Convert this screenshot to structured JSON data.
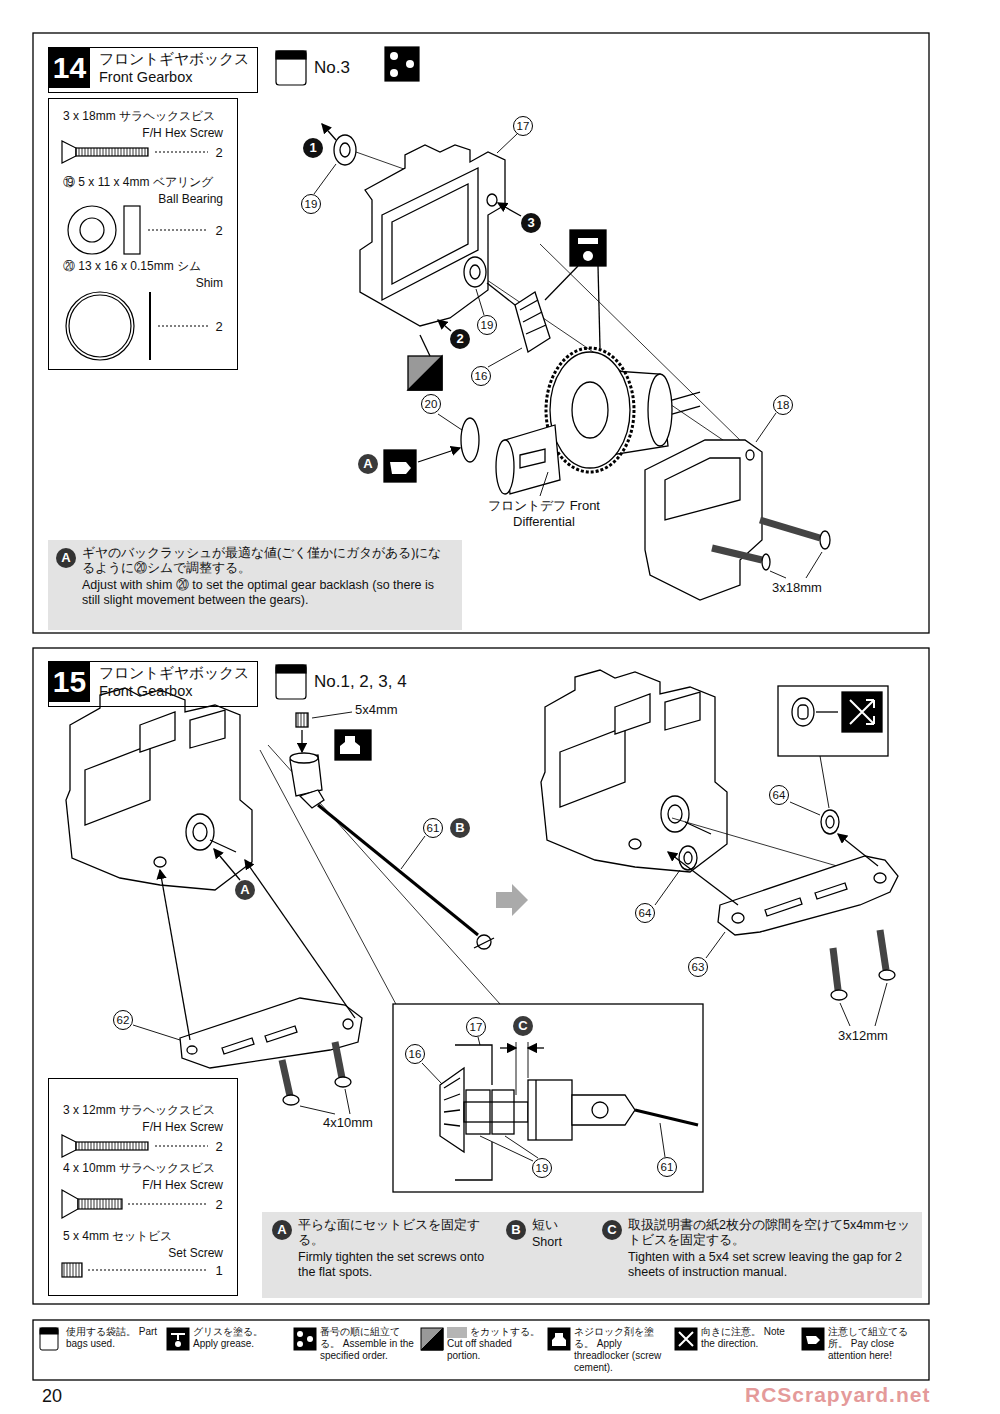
{
  "diagram": {
    "nodes": [
      {
        "text": [
          "14",
          "フロントギヤボックス",
          "Front Gearbox"
        ]
      },
      {
        "text": [
          "No.3"
        ]
      },
      {
        "text": [
          "3 x 18mm サラヘックスビス",
          "F/H Hex Screw",
          "2",
          "⑲ 5 x 11 x 4mm ベアリング",
          "Ball Bearing",
          "2",
          "⑳ 13 x 16 x 0.15mm シム",
          "Shim",
          "2"
        ]
      },
      {
        "text": [
          "A",
          "ギヤのバックラッシュが最適な値(ごく僅かにガタがある)になるように⑳シムで調整する。",
          "Adjust with shim ⑳ to set the optimal gear backlash (so there is still slight movement between the gears)."
        ]
      },
      {
        "text": [
          "15",
          "フロントギヤボックス",
          "Front Gearbox"
        ]
      },
      {
        "text": [
          "No.1, 2, 3, 4"
        ]
      },
      {
        "text": [
          "3 x 12mm サラヘックスビス",
          "F/H Hex Screw",
          "2",
          "4 x 10mm サラヘックスビス",
          "F/H Hex Screw",
          "2",
          "5 x 4mm セットビス",
          "Set Screw",
          "1"
        ]
      },
      {
        "text": [
          "A",
          "平らな面にセットビスを固定する。",
          "Firmly tighten the set screws onto the flat spots.",
          "B",
          "短い",
          "Short",
          "C",
          "取扱説明書の紙2枚分の隙間を空けて5x4mmセットビスを固定する。",
          "Tighten with a 5x4 set screw leaving the gap for 2 sheets of instruction manual."
        ]
      }
    ],
    "labels": [
      "1",
      "19",
      "17",
      "3",
      "2",
      "19",
      "16",
      "20",
      "A",
      "18",
      "フロントデフ Front Differential",
      "3x18mm",
      "5x4mm",
      "61",
      "B",
      "A",
      "62",
      "4x10mm",
      "64",
      "64",
      "63",
      "3x12mm",
      "17",
      "C",
      "16",
      "19",
      "61",
      "20",
      "RCScrapyard.net"
    ],
    "legend": [
      {
        "text": "使用する袋詰。 Part bags used."
      },
      {
        "text": "グリスを塗る。 Apply grease."
      },
      {
        "text": "番号の順に組立てる。 Assemble in the specified order."
      },
      {
        "text": "をカットする。 Cut off shaded portion.",
        "color": "#b5b5b5"
      },
      {
        "text": "ネジロック剤を塗る。 Apply threadlocker (screw cement)."
      },
      {
        "text": "向きに注意。 Note the direction."
      },
      {
        "text": "注意して組立てる所。 Pay close attention here!"
      }
    ]
  }
}
